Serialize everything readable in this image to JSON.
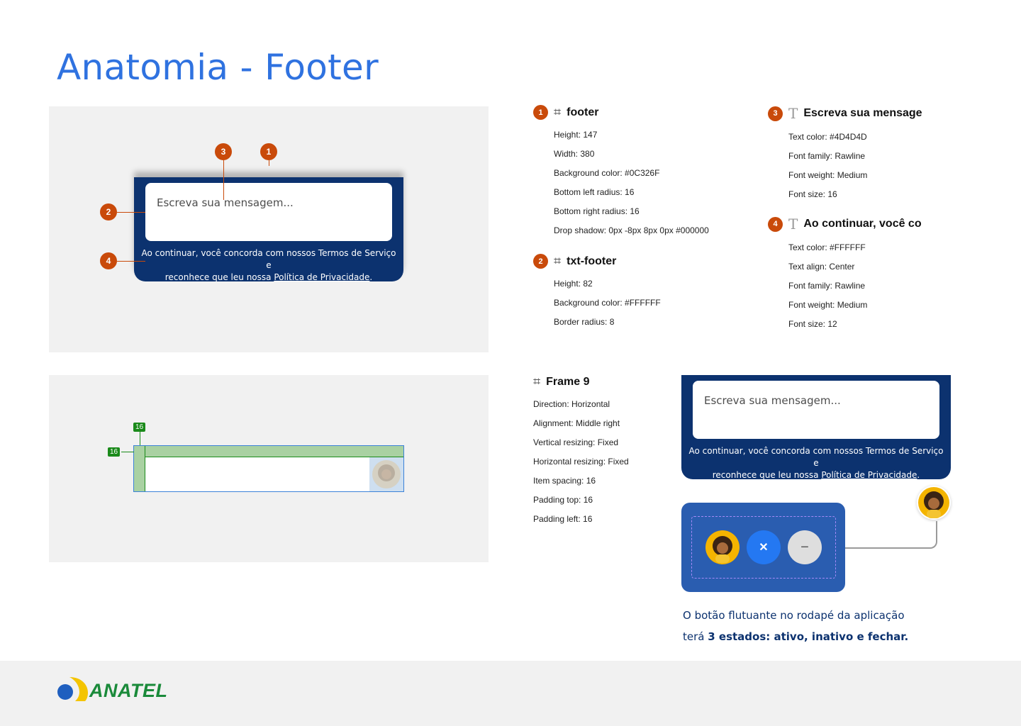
{
  "title": "Anatomia - Footer",
  "colors": {
    "accent": "#2f72e0",
    "footer_bg": "#0C326F",
    "field_bg": "#FFFFFF",
    "field_text": "#4D4D4D",
    "badge": "#c94a0a",
    "spacing": "#1a8a1a",
    "widget_bg": "#2a5db0"
  },
  "preview": {
    "placeholder": "Escreva sua mensagem...",
    "note_line1": "Ao continuar, você concorda com nossos Termos de Serviço e",
    "note_line2_prefix": "reconhece que leu nossa ",
    "note_link": "Política de Privacidade",
    "note_suffix": "."
  },
  "markers": [
    "1",
    "2",
    "3",
    "4"
  ],
  "spacing_tags": [
    "16",
    "16"
  ],
  "specs": {
    "footer": {
      "num": "1",
      "icon": "frame-icon",
      "name": "footer",
      "items": [
        "Height: 147",
        "Width: 380",
        "Background color: #0C326F",
        "Bottom left radius: 16",
        "Bottom right radius: 16",
        "Drop shadow: 0px -8px 8px 0px #000000"
      ]
    },
    "txt_footer": {
      "num": "2",
      "icon": "frame-icon",
      "name": "txt-footer",
      "items": [
        "Height: 82",
        "Background color: #FFFFFF",
        "Border radius: 8"
      ]
    },
    "placeholder_text": {
      "num": "3",
      "icon": "text-icon",
      "name": "Escreva sua mensage",
      "items": [
        "Text color: #4D4D4D",
        "Font family: Rawline",
        "Font weight: Medium",
        "Font size: 16"
      ]
    },
    "note_text": {
      "num": "4",
      "icon": "text-icon",
      "name": "Ao continuar, você co",
      "items": [
        "Text color: #FFFFFF",
        "Text align: Center",
        "Font family: Rawline",
        "Font weight: Medium",
        "Font size: 12"
      ]
    },
    "frame9": {
      "icon": "frame-icon",
      "name": "Frame 9",
      "items": [
        "Direction: Horizontal",
        "Alignment: Middle right",
        "Vertical resizing: Fixed",
        "Horizontal resizing: Fixed",
        "Item spacing: 16",
        "Padding top: 16",
        "Padding left: 16"
      ]
    }
  },
  "widget": {
    "close_icon": "close-icon",
    "minimize_icon": "minus-icon",
    "close_glyph": "✕",
    "minimize_glyph": "−"
  },
  "caption": {
    "line1": "O botão flutuante no rodapé da aplicação",
    "line2_prefix": "terá ",
    "line2_bold": "3 estados: ativo, inativo e fechar."
  },
  "logo": {
    "text": "ANATEL"
  }
}
